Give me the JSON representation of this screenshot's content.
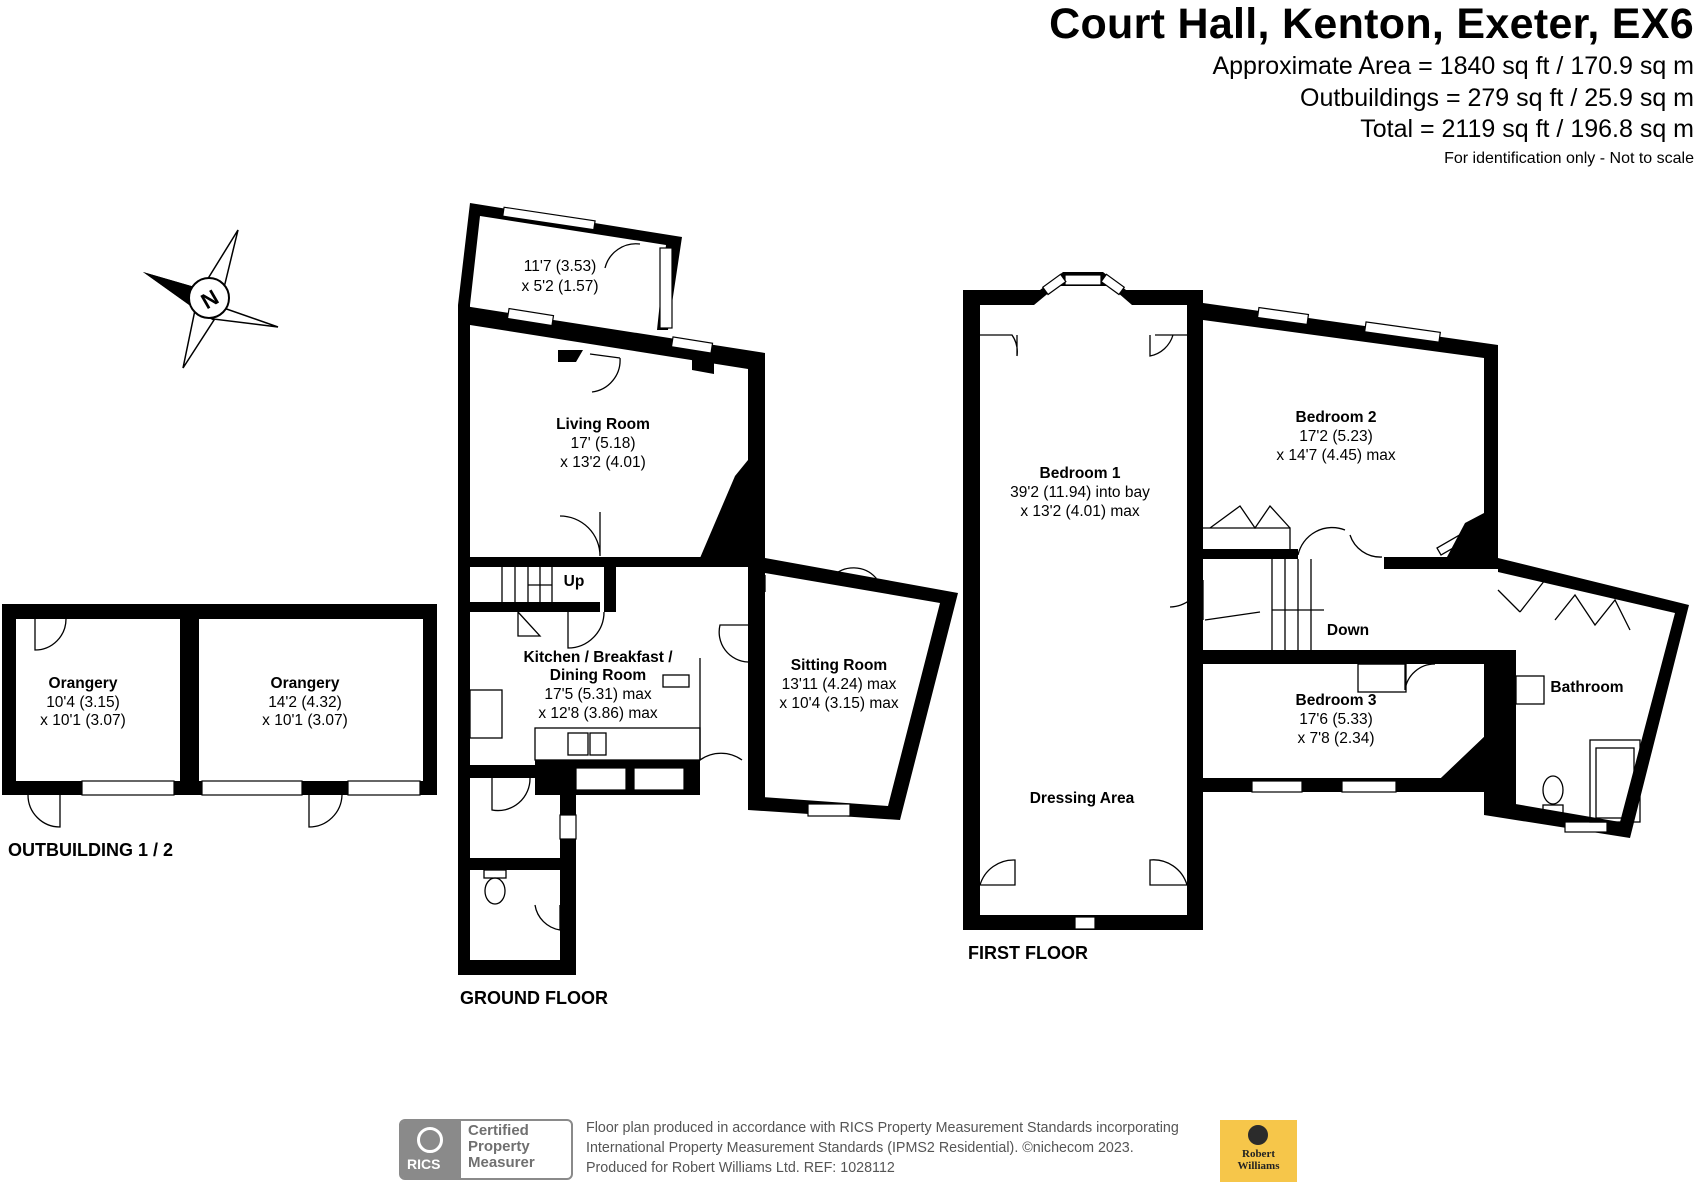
{
  "header": {
    "title": "Court Hall, Kenton, Exeter, EX6",
    "approx_area": "Approximate Area = 1840 sq ft / 170.9 sq m",
    "outbuildings": "Outbuildings = 279 sq ft / 25.9 sq m",
    "total": "Total = 2119 sq ft / 196.8 sq m",
    "note": "For identification only - Not to scale"
  },
  "compass": {
    "letter": "N",
    "icon": "compass-rose-icon"
  },
  "outbuilding": {
    "floor_label": "OUTBUILDING 1 / 2",
    "rooms": [
      {
        "name": "Orangery",
        "dims1": "10'4 (3.15)",
        "dims2": "x 10'1 (3.07)"
      },
      {
        "name": "Orangery",
        "dims1": "14'2 (4.32)",
        "dims2": "x 10'1 (3.07)"
      }
    ]
  },
  "ground_floor": {
    "floor_label": "GROUND FLOOR",
    "porch": {
      "dims1": "11'7 (3.53)",
      "dims2": "x 5'2 (1.57)"
    },
    "living": {
      "name": "Living Room",
      "dims1": "17' (5.18)",
      "dims2": "x 13'2 (4.01)"
    },
    "kitchen": {
      "name1": "Kitchen / Breakfast /",
      "name2": "Dining Room",
      "dims1": "17'5 (5.31) max",
      "dims2": "x 12'8 (3.86) max"
    },
    "sitting": {
      "name": "Sitting Room",
      "dims1": "13'11 (4.24) max",
      "dims2": "x 10'4 (3.15) max"
    },
    "stairs_label": "Up"
  },
  "first_floor": {
    "floor_label": "FIRST FLOOR",
    "bedroom1": {
      "name": "Bedroom 1",
      "dims1": "39'2 (11.94) into bay",
      "dims2": "x 13'2 (4.01) max"
    },
    "dressing": {
      "name": "Dressing Area"
    },
    "bedroom2": {
      "name": "Bedroom 2",
      "dims1": "17'2 (5.23)",
      "dims2": "x 14'7 (4.45) max"
    },
    "bedroom3": {
      "name": "Bedroom 3",
      "dims1": "17'6 (5.33)",
      "dims2": "x 7'8 (2.34)"
    },
    "bathroom": {
      "name": "Bathroom"
    },
    "stairs_label": "Down"
  },
  "footer": {
    "line1": "Floor plan produced in accordance with RICS Property Measurement Standards incorporating",
    "line2": "International Property Measurement Standards (IPMS2 Residential).   ©nichecom 2023.",
    "line3": "Produced for Robert Williams Ltd.   REF:  1028112",
    "rics_word": "RICS",
    "rics_cert1": "Certified",
    "rics_cert2": "Property",
    "rics_cert3": "Measurer",
    "logo_line1": "Robert",
    "logo_line2": "Williams",
    "logo_color": "#f6c64a"
  }
}
